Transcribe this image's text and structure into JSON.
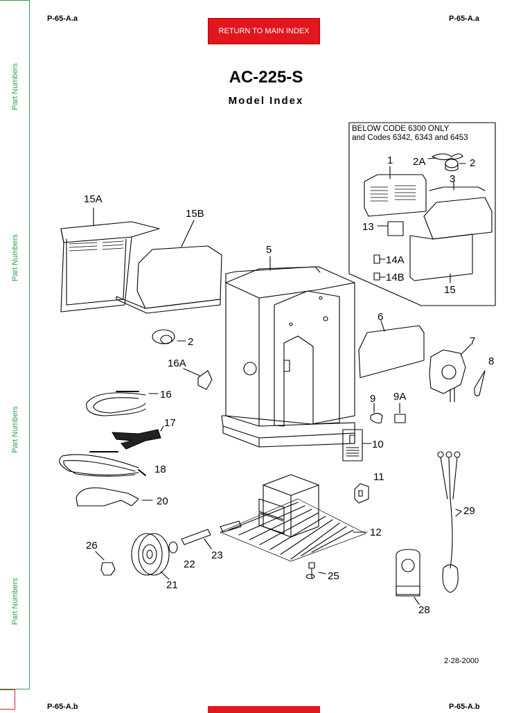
{
  "header": {
    "left": "P-65-A.a",
    "right": "P-65-A.a"
  },
  "footer": {
    "left": "P-65-A.b",
    "right": "P-65-A.b"
  },
  "nav": {
    "return_label": "RETURN TO MAIN INDEX"
  },
  "sidebar": {
    "labels": [
      "Part Numbers",
      "Part Numbers",
      "Part Numbers",
      "Part Numbers"
    ]
  },
  "title": "AC-225-S",
  "subtitle": "Model Index",
  "date": "2-28-2000",
  "inset": {
    "line1": "BELOW CODE 6300 ONLY",
    "line2": "and Codes 6342, 6343 and 6453"
  },
  "parts": {
    "p1": "1",
    "p2A": "2A",
    "p2_inset": "2",
    "p3": "3",
    "p13": "13",
    "p14A": "14A",
    "p14B": "14B",
    "p15": "15",
    "p15A": "15A",
    "p15B": "15B",
    "p5": "5",
    "p6": "6",
    "p7": "7",
    "p8": "8",
    "p2": "2",
    "p16A": "16A",
    "p16": "16",
    "p17": "17",
    "p18": "18",
    "p20": "20",
    "p9": "9",
    "p9A": "9A",
    "p10": "10",
    "p11": "11",
    "p12": "12",
    "p29": "29",
    "p26": "26",
    "p22": "22",
    "p23": "23",
    "p21": "21",
    "p25": "25",
    "p28": "28"
  }
}
